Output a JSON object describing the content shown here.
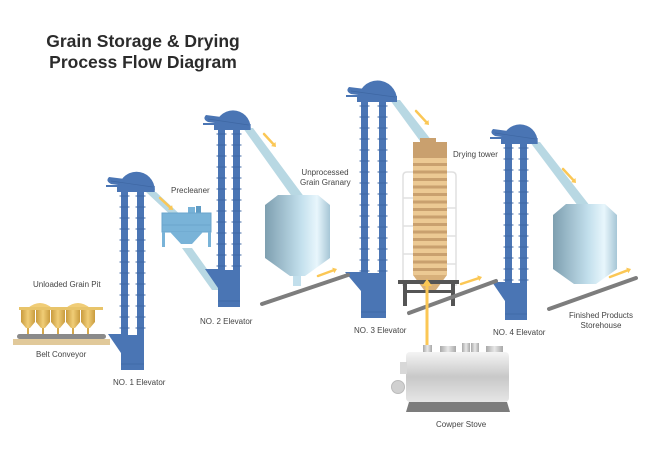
{
  "title": {
    "line1": "Grain Storage & Drying",
    "line2": "Process Flow Diagram"
  },
  "labels": {
    "grain_pit": "Unloaded Grain Pit",
    "belt_conveyor": "Belt Conveyor",
    "elevator1": "NO. 1 Elevator",
    "precleaner": "Precleaner",
    "elevator2": "NO. 2 Elevator",
    "granary_line1": "Unprocessed",
    "granary_line2": "Grain Granary",
    "elevator3": "NO. 3 Elevator",
    "drying_tower": "Drying tower",
    "elevator4": "NO. 4 Elevator",
    "storehouse_line1": "Finished Products",
    "storehouse_line2": "Storehouse",
    "cowper_stove": "Cowper Stove"
  },
  "colors": {
    "elevator": "#4a75b4",
    "chute": "#b8d8e3",
    "arrow": "#fbc755",
    "precleaner": "#79b3d8",
    "silo_dark": "#8fb0c0",
    "silo_light": "#e3f3fb",
    "conveyor": "#8a8a8a",
    "tower_light": "#ecc993",
    "tower_dark": "#c9a06e",
    "stove": "#c8c8c8",
    "grain": "#e0b95c"
  }
}
